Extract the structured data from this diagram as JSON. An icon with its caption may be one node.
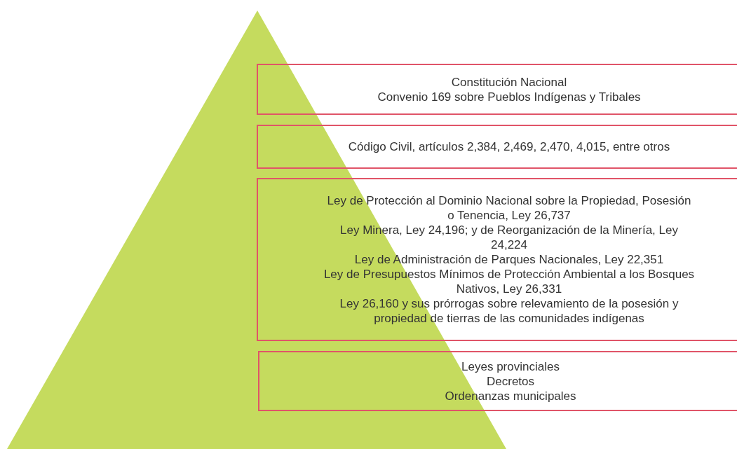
{
  "diagram": {
    "nodes": [
      {
        "text": [
          "Constitución Nacional",
          "Convenio 169 sobre Pueblos Indígenas y Tribales"
        ]
      },
      {
        "text": [
          "Código Civil, artículos 2,384, 2,469, 2,470, 4,015, entre otros"
        ]
      },
      {
        "text": [
          "Ley de Protección al Dominio Nacional sobre la Propiedad, Posesión o Tenencia, Ley 26,737",
          "Ley Minera, Ley 24,196; y de Reorganización de la Minería, Ley 24,224",
          "Ley de Administración de Parques Nacionales, Ley 22,351",
          "Ley de Presupuestos Mínimos de Protección Ambiental a los Bosques Nativos, Ley 26,331",
          "Ley 26,160 y sus prórrogas sobre relevamiento de la posesión y propiedad de tierras de las comunidades indígenas"
        ]
      },
      {
        "text": [
          "Leyes provinciales",
          "Decretos",
          "Ordenanzas municipales"
        ]
      }
    ]
  }
}
